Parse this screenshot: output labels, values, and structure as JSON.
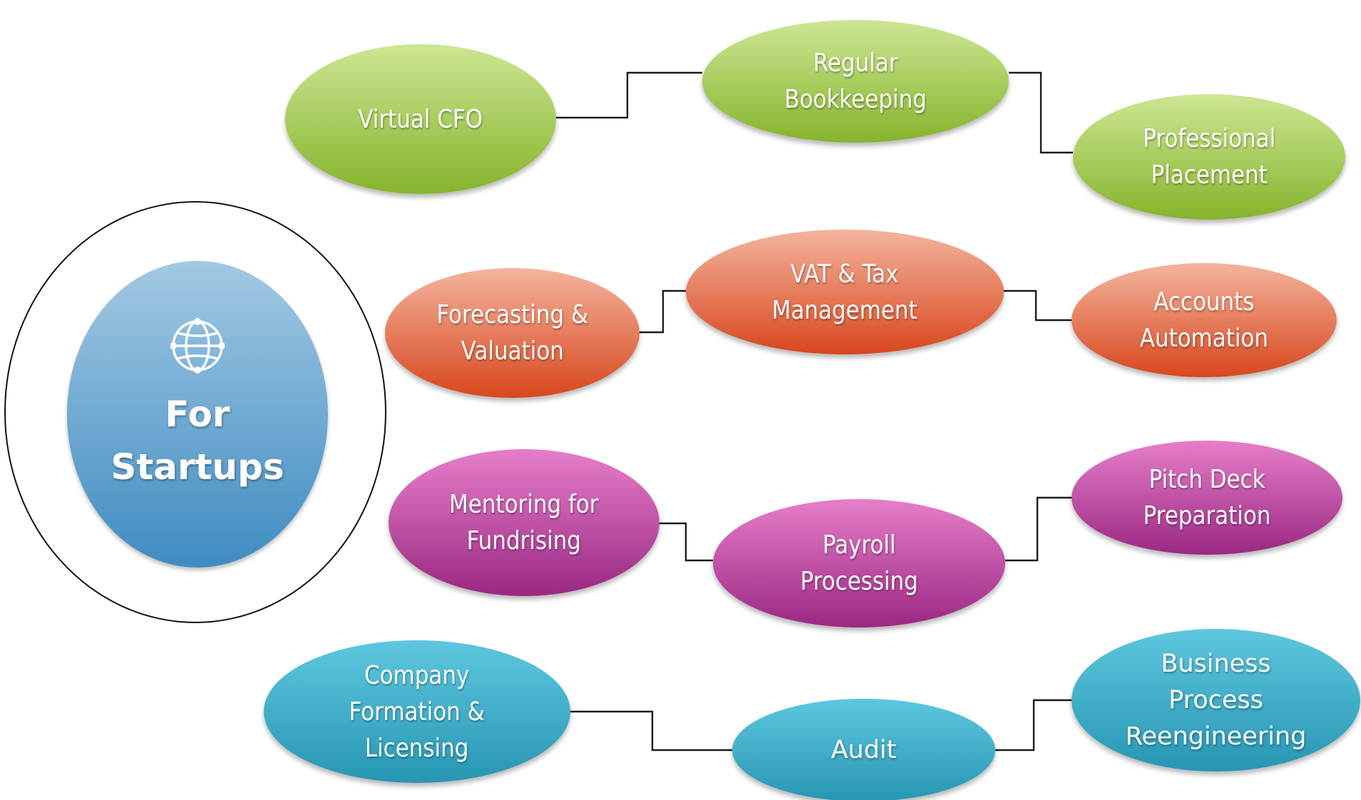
{
  "colors": {
    "hub_top": "#a3c9e3",
    "hub_bottom": "#3f8cc1",
    "green_top": "#cde694",
    "green_bottom": "#86b42c",
    "orange_top": "#f4b49e",
    "orange_bottom": "#d8471d",
    "magenta_top": "#e67ec9",
    "magenta_bottom": "#9a2883",
    "teal_top": "#5ec7df",
    "teal_bottom": "#2796b3",
    "connector": "#1a1a1a"
  },
  "hub": {
    "icon": "globe-network-icon",
    "label": "For\nStartups"
  },
  "rows": {
    "green": {
      "n1": "Virtual CFO",
      "n2": "Regular\nBookkeeping",
      "n3": "Professional\nPlacement"
    },
    "orange": {
      "n1": "Forecasting &\nValuation",
      "n2": "VAT & Tax\nManagement",
      "n3": "Accounts\nAutomation"
    },
    "magenta": {
      "n1": "Mentoring for\nFundrising",
      "n2": "Payroll\nProcessing",
      "n3": "Pitch Deck\nPreparation"
    },
    "teal": {
      "n1": "Company\nFormation &\nLicensing",
      "n2": "Audit",
      "n3": "Business\nProcess\nReengineering"
    }
  }
}
